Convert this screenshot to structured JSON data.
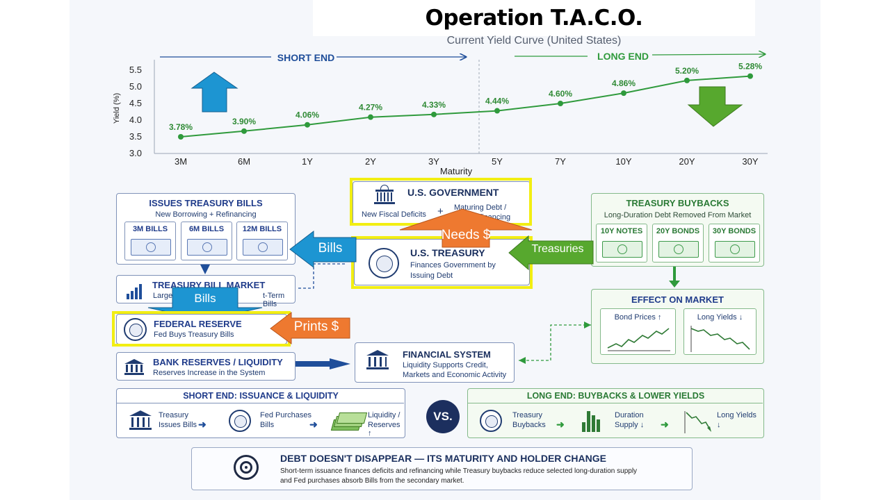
{
  "title": "Operation T.A.C.O.",
  "chart_data": {
    "type": "line",
    "title": "Current Yield Curve (United States)",
    "xlabel": "Maturity",
    "ylabel": "Yield (%)",
    "categories": [
      "3M",
      "6M",
      "1Y",
      "2Y",
      "3Y",
      "5Y",
      "7Y",
      "10Y",
      "20Y",
      "30Y"
    ],
    "values": [
      3.5,
      3.67,
      3.86,
      4.09,
      4.17,
      4.28,
      4.5,
      4.81,
      5.19,
      5.32
    ],
    "data_labels": [
      "3.78%",
      "3.90%",
      "4.06%",
      "4.27%",
      "4.33%",
      "4.44%",
      "4.60%",
      "4.86%",
      "5.20%",
      "5.28%"
    ],
    "yticks": [
      "3.0",
      "3.5",
      "4.0",
      "4.5",
      "5.0",
      "5.5"
    ],
    "ylim": [
      3.0,
      5.5
    ],
    "grid": false,
    "short_end_label": "SHORT END",
    "long_end_label": "LONG END",
    "line_color": "#2f9a3c"
  },
  "govt": {
    "title": "U.S. GOVERNMENT",
    "left": "New Fiscal Deficits",
    "plus": "+",
    "right_l1": "Maturing Debt /",
    "right_l2": "Refinancing"
  },
  "treasury": {
    "title": "U.S. TREASURY",
    "l1": "Finances Government by",
    "l2": "Issuing Debt"
  },
  "issues": {
    "title": "ISSUES TREASURY BILLS",
    "sub": "New Borrowing + Refinancing",
    "bills": [
      "3M BILLS",
      "6M BILLS",
      "12M BILLS"
    ]
  },
  "buybacks": {
    "title": "TREASURY BUYBACKS",
    "sub": "Long-Duration Debt Removed From Market",
    "bonds": [
      "10Y NOTES",
      "20Y BONDS",
      "30Y BONDS"
    ]
  },
  "bill_market": {
    "title": "TREASURY BILL MARKET",
    "sub_left": "Large S",
    "sub_right": "t-Term Bills"
  },
  "fed": {
    "title": "FEDERAL RESERVE",
    "sub": "Fed Buys Treasury Bills"
  },
  "bank": {
    "title": "BANK RESERVES / LIQUIDITY",
    "sub": "Reserves Increase in the System"
  },
  "financial": {
    "title": "FINANCIAL SYSTEM",
    "l1": "Liquidity Supports Credit,",
    "l2": "Markets and Economic Activity"
  },
  "effect": {
    "title": "EFFECT ON MARKET",
    "bond_prices": "Bond Prices ↑",
    "long_yields": "Long Yields ↓"
  },
  "short_panel": {
    "title": "SHORT END: ISSUANCE & LIQUIDITY",
    "s1_l1": "Treasury",
    "s1_l2": "Issues Bills",
    "s2_l1": "Fed Purchases",
    "s2_l2": "Bills",
    "s3_l1": "Liquidity /",
    "s3_l2": "Reserves ↑"
  },
  "vs": "VS.",
  "long_panel": {
    "title": "LONG END: BUYBACKS & LOWER YIELDS",
    "s1_l1": "Treasury",
    "s1_l2": "Buybacks",
    "s2_l1": "Duration",
    "s2_l2": "Supply ↓",
    "s3_l1": "Long Yields",
    "s3_l2": "↓"
  },
  "bottom": {
    "title": "DEBT DOESN'T DISAPPEAR — ITS MATURITY AND HOLDER CHANGE",
    "l1": "Short-term issuance finances deficits and refinancing while Treasury buybacks reduce selected long-duration supply",
    "l2": "and Fed purchases absorb Bills from the secondary market."
  },
  "callouts": {
    "needs": "Needs $",
    "bills_left": "Bills",
    "treasuries": "Treasuries",
    "bills_down": "Bills",
    "prints": "Prints $"
  },
  "colors": {
    "blue_arrow": "#1d95d2",
    "orange": "#ee7930",
    "green_arrow": "#57a82e",
    "highlight": "#f2ee12"
  }
}
